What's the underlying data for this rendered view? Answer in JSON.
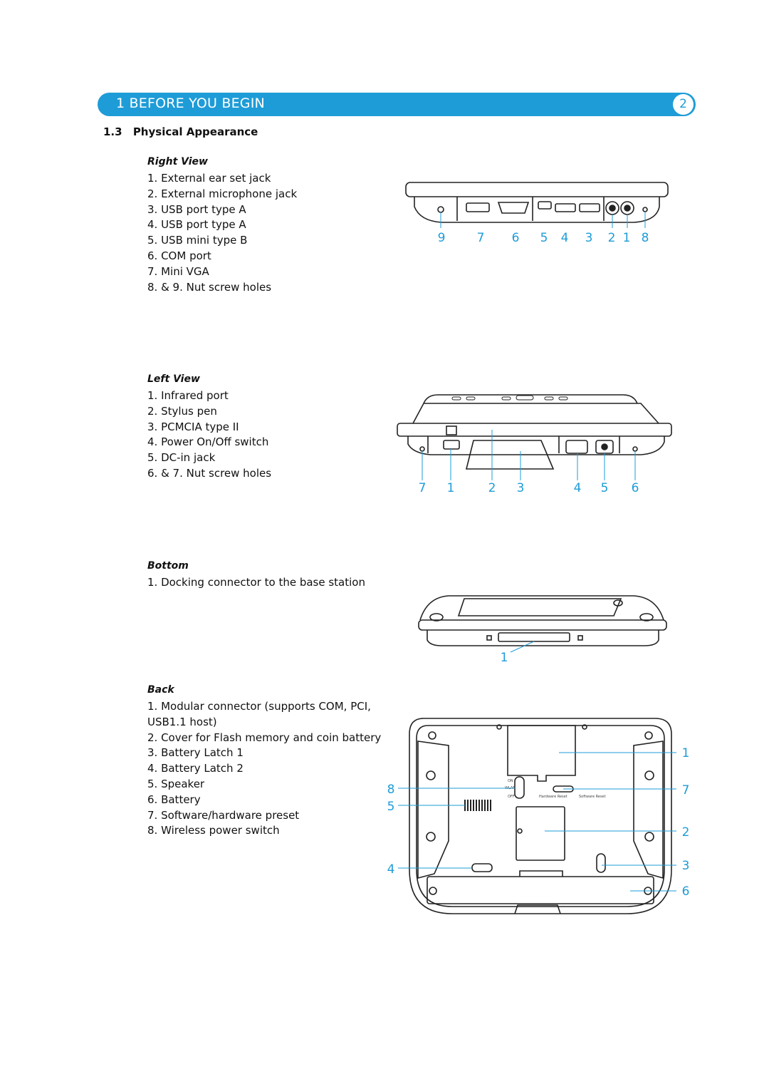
{
  "header": {
    "title": "1 BEFORE YOU BEGIN",
    "page": "2"
  },
  "section": {
    "number": "1.3",
    "title": "Physical Appearance"
  },
  "right_view": {
    "heading": "Right View",
    "items": [
      "1. External ear set jack",
      "2. External microphone jack",
      "3. USB port type A",
      "4. USB port type A",
      "5. USB mini type B",
      "6. COM port",
      "7. Mini VGA",
      "8. & 9. Nut screw holes"
    ],
    "callouts": [
      "9",
      "7",
      "6",
      "5",
      "4",
      "3",
      "2",
      "1",
      "8"
    ]
  },
  "left_view": {
    "heading": "Left View",
    "items": [
      "1. Infrared port",
      "2. Stylus pen",
      "3. PCMCIA type II",
      "4. Power On/Off switch",
      "5. DC-in jack",
      "6. & 7. Nut screw holes"
    ],
    "callouts": [
      "7",
      "1",
      "2",
      "3",
      "4",
      "5",
      "6"
    ]
  },
  "bottom": {
    "heading": "Bottom",
    "items": [
      "1. Docking connector to the base station"
    ],
    "callouts": [
      "1"
    ]
  },
  "back": {
    "heading": "Back",
    "items": [
      "1. Modular connector (supports COM, PCI,",
      "USB1.1 host)",
      "2. Cover for Flash memory and coin battery",
      "3. Battery Latch 1",
      "4. Battery Latch 2",
      "5. Speaker",
      "6. Battery",
      "7. Software/hardware preset",
      "8. Wireless power switch"
    ],
    "callouts_left": [
      "8",
      "5",
      "4"
    ],
    "callouts_right": [
      "1",
      "7",
      "2",
      "3",
      "6"
    ],
    "switch_labels": [
      "ON",
      "WLAN",
      "OFF",
      "Hardware Reset",
      "Software Reset"
    ]
  },
  "colors": {
    "accent": "#1e9cd7"
  }
}
